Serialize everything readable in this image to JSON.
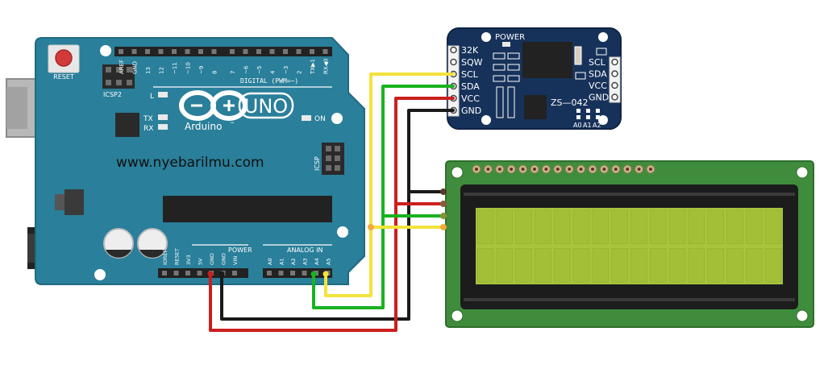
{
  "colors": {
    "arduino_board": "#2a7f9a",
    "arduino_board_edge": "#1f6a82",
    "rtc_board": "#17325a",
    "lcd_pcb": "#3f8d3c",
    "lcd_screen": "#a7c43c",
    "lcd_bezel": "#1c1c1c",
    "wire_yellow": "#f4e23c",
    "wire_green": "#19b21f",
    "wire_red": "#cc1f1f",
    "wire_black": "#1a1a1a"
  },
  "arduino": {
    "reset_label": "RESET",
    "icsp2_label": "ICSP2",
    "icsp_label": "ICSP",
    "led_l": "L",
    "led_tx": "TX",
    "led_rx": "RX",
    "led_on": "ON",
    "uno_label": "UNO",
    "brand": "Arduino",
    "tm": "™",
    "digital_label": "DIGITAL (PWM=~)",
    "digital_pins": [
      "AREF",
      "GND",
      "13",
      "12",
      "~11",
      "~10",
      "~9",
      "8",
      "7",
      "~6",
      "~5",
      "4",
      "~3",
      "2",
      "TX▶1",
      "RX◀0"
    ],
    "power_label": "POWER",
    "power_pins": [
      "IOREF",
      "RESET",
      "3V3",
      "5V",
      "GND",
      "GND",
      "VIN"
    ],
    "analog_label": "ANALOG IN",
    "analog_pins": [
      "A0",
      "A1",
      "A2",
      "A3",
      "A4",
      "A5"
    ]
  },
  "website": "www.nyebarilmu.com",
  "rtc": {
    "power_label": "POWER",
    "model": "ZS—042",
    "left_pins": [
      "32K",
      "SQW",
      "SCL",
      "SDA",
      "VCC",
      "GND"
    ],
    "right_pins": [
      "SCL",
      "SDA",
      "VCC",
      "GND"
    ],
    "addr_pins": [
      "A0",
      "A1",
      "A2"
    ]
  }
}
